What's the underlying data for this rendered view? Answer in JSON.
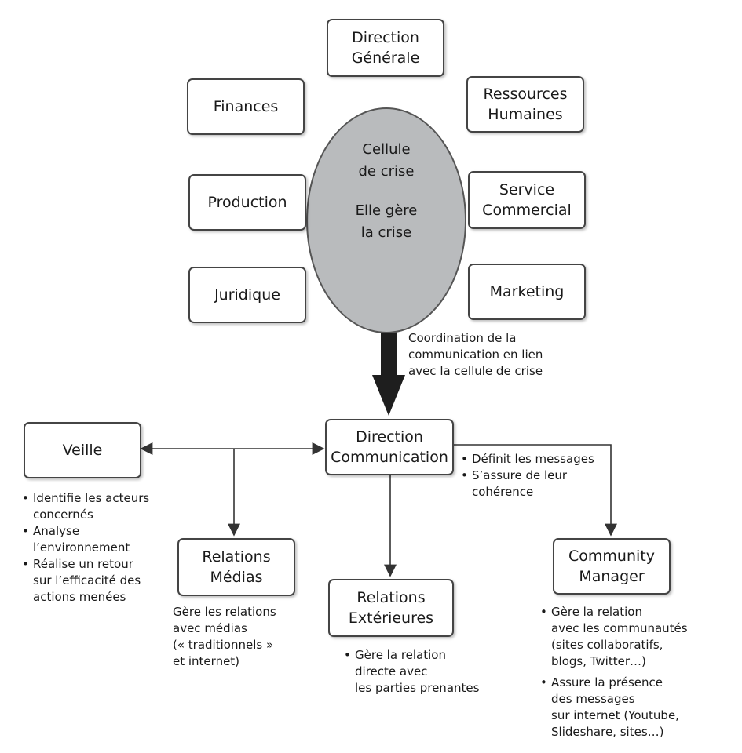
{
  "center": {
    "line1": "Cellule",
    "line2": "de crise",
    "line3": "Elle gère",
    "line4": "la crise"
  },
  "departments": {
    "direction_generale": [
      "Direction",
      "Générale"
    ],
    "finances": "Finances",
    "ressources_humaines": [
      "Ressources",
      "Humaines"
    ],
    "production": "Production",
    "service_commercial": [
      "Service",
      "Commercial"
    ],
    "juridique": "Juridique",
    "marketing": "Marketing"
  },
  "coordination_note": [
    "Coordination de la",
    "communication en lien",
    "avec la cellule de crise"
  ],
  "communication": {
    "title": [
      "Direction",
      "Communication"
    ],
    "bullets": [
      [
        "Définit les messages"
      ],
      [
        "S’assure de leur",
        "cohérence"
      ]
    ]
  },
  "veille": {
    "title": "Veille",
    "bullets": [
      [
        "Identifie les acteurs",
        "concernés"
      ],
      [
        "Analyse",
        "l’environnement"
      ],
      [
        "Réalise un retour",
        "sur l’efficacité des",
        "actions menées"
      ]
    ]
  },
  "relations_medias": {
    "title": [
      "Relations",
      "Médias"
    ],
    "text": [
      "Gère les relations",
      "avec médias",
      "(« traditionnels »",
      "et internet)"
    ]
  },
  "relations_exterieures": {
    "title": [
      "Relations",
      "Extérieures"
    ],
    "bullets": [
      [
        "Gère la relation",
        "directe avec",
        "les parties prenantes"
      ]
    ]
  },
  "community_manager": {
    "title": [
      "Community",
      "Manager"
    ],
    "bullets": [
      [
        "Gère la relation",
        "avec les communautés",
        "(sites collaboratifs,",
        "blogs, Twitter…)"
      ],
      [
        "Assure la présence",
        "des messages",
        "sur internet (Youtube,",
        "Slideshare, sites…)"
      ]
    ]
  },
  "colors": {
    "ellipse_fill": "#b9bbbd",
    "thick_arrow": "#1e1e1e",
    "lines": "#333333"
  }
}
